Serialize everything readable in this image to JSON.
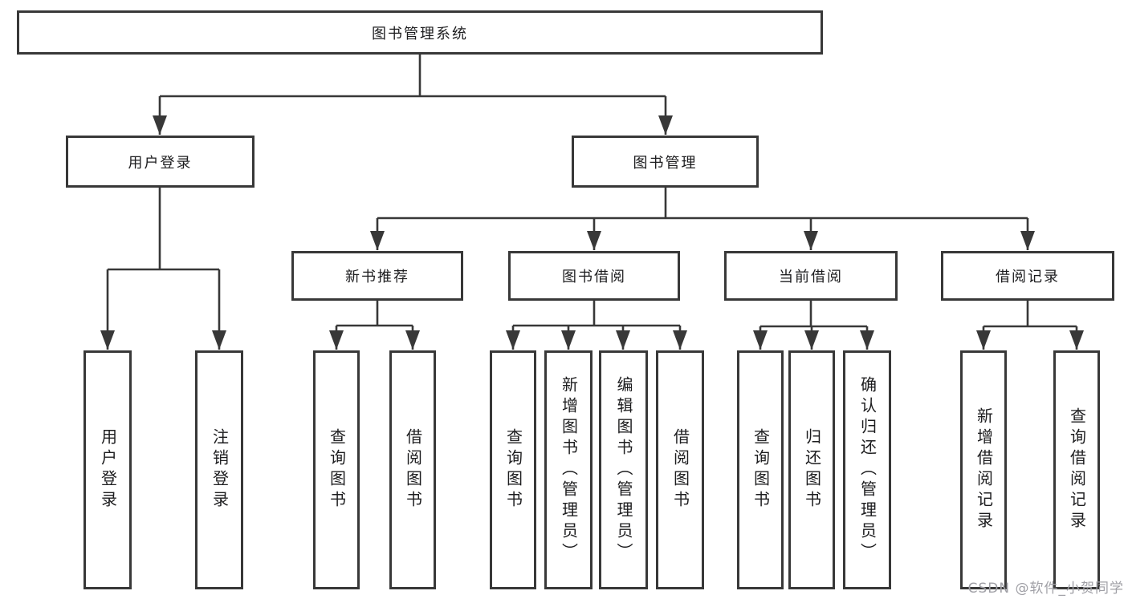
{
  "tree": {
    "root": {
      "label": "图书管理系统",
      "children": [
        {
          "label": "用户登录",
          "children": [
            {
              "label": "用户登录"
            },
            {
              "label": "注销登录"
            }
          ]
        },
        {
          "label": "图书管理",
          "children": [
            {
              "label": "新书推荐",
              "children": [
                {
                  "label": "查询图书"
                },
                {
                  "label": "借阅图书"
                }
              ]
            },
            {
              "label": "图书借阅",
              "children": [
                {
                  "label": "查询图书"
                },
                {
                  "label": "新增图书（管理员）"
                },
                {
                  "label": "编辑图书（管理员）"
                },
                {
                  "label": "借阅图书"
                }
              ]
            },
            {
              "label": "当前借阅",
              "children": [
                {
                  "label": "查询图书"
                },
                {
                  "label": "归还图书"
                },
                {
                  "label": "确认归还（管理员）"
                }
              ]
            },
            {
              "label": "借阅记录",
              "children": [
                {
                  "label": "新增借阅记录"
                },
                {
                  "label": "查询借阅记录"
                }
              ]
            }
          ]
        }
      ]
    }
  },
  "watermark": {
    "text": "CSDN @软件_小贺同学"
  },
  "colors": {
    "line": "#383838",
    "box_border": "#383838",
    "text": "#1d1d1f",
    "background": "#ffffff",
    "watermark": "#a0a0a6"
  }
}
